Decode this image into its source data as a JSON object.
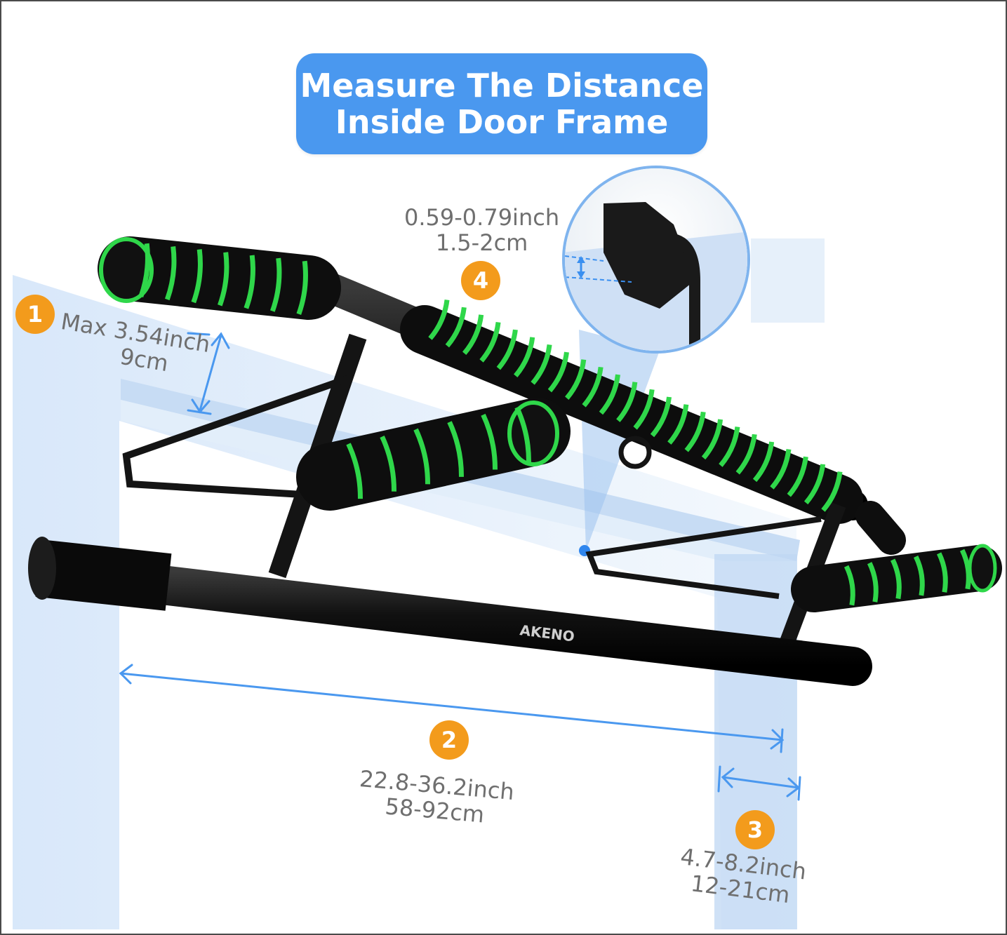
{
  "title": {
    "line1": "Measure The Distance",
    "line2": "Inside Door Frame"
  },
  "brand": "AKENO",
  "measurements": [
    {
      "step": "1",
      "imperial": "Max 3.54inch",
      "metric": "9cm"
    },
    {
      "step": "2",
      "imperial": "22.8-36.2inch",
      "metric": "58-92cm"
    },
    {
      "step": "3",
      "imperial": "4.7-8.2inch",
      "metric": "12-21cm"
    },
    {
      "step": "4",
      "imperial": "0.59-0.79inch",
      "metric": "1.5-2cm"
    }
  ],
  "colors": {
    "title_bg": "#4a98ef",
    "badge": "#f39b1c",
    "arrow": "#4a98ef",
    "foam_green": "#2fd74a",
    "bar_black": "#151515",
    "door_blue": "#d6e6f8"
  }
}
